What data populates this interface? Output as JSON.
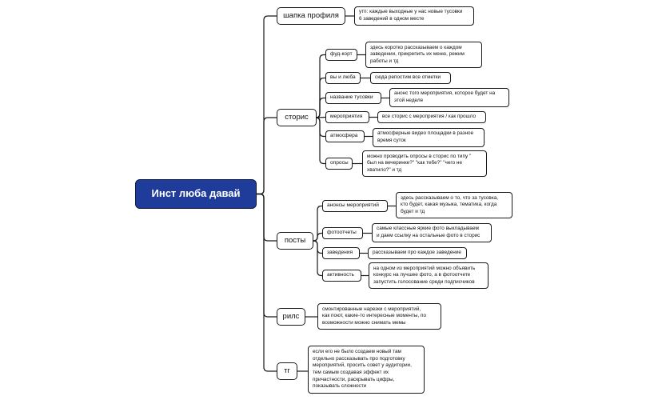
{
  "root": {
    "label": "Инст люба давай"
  },
  "branches": {
    "header": {
      "label": "шапка профиля",
      "note": "утп: каждые выходные у нас новые тусовки\n6 заведений в одном месте"
    },
    "stories": {
      "label": "сторис",
      "items": [
        {
          "label": "фуд-корт",
          "note": "здесь коротко рассказываем о каждом\nзаведении, прикрепить их меню, режим\nработы и тд"
        },
        {
          "label": "вы и люба",
          "note": "сюда репостим все отметки"
        },
        {
          "label": "название тусовки",
          "note": "анонс того мероприятия, которое будет на\nэтой неделе"
        },
        {
          "label": "мероприятия",
          "note": "все сторис с мероприятия / как прошло"
        },
        {
          "label": "атмосфера",
          "note": "атмосферные видео площадки в разное\nвремя суток"
        },
        {
          "label": "опросы",
          "note": "можно проводить опросы в сторис по типу \"\nбыл на вечеринке?\" \"как тебе?\" \"чего не\nхватило?\" и тд"
        }
      ]
    },
    "posts": {
      "label": "посты",
      "items": [
        {
          "label": "анонсы мероприятий",
          "note": "здесь рассказываем о то, что за тусовка,\nкто будет, какая музыка, тематика, когда\nбудет и тд"
        },
        {
          "label": "фотоотчеты",
          "note": "самые классные яркие фото выкладываем\nи даем ссылку на остальные фото в сторис"
        },
        {
          "label": "заведения",
          "note": "рассказываем про каждое заведение"
        },
        {
          "label": "активность",
          "note": "на одном из мероприятий можно объявить\nконкурс на лучшее фото, а в фотоотчете\nзапустить голосование среди подписчиков"
        }
      ]
    },
    "reels": {
      "label": "рилс",
      "note": "смонтированные нарезки с мероприятий,\nкак поют, какие-то интересные моменты, по\nвозможности можно снимать мемы"
    },
    "tg": {
      "label": "тг",
      "note": "если его не было создаем новый там\nотдельно рассказывать про подготовку\nмероприятий, просить совет у аудитории,\nтем самым создавая эффект их\nпричастности, раскрывать цифры,\nпоказывать сложности"
    }
  }
}
